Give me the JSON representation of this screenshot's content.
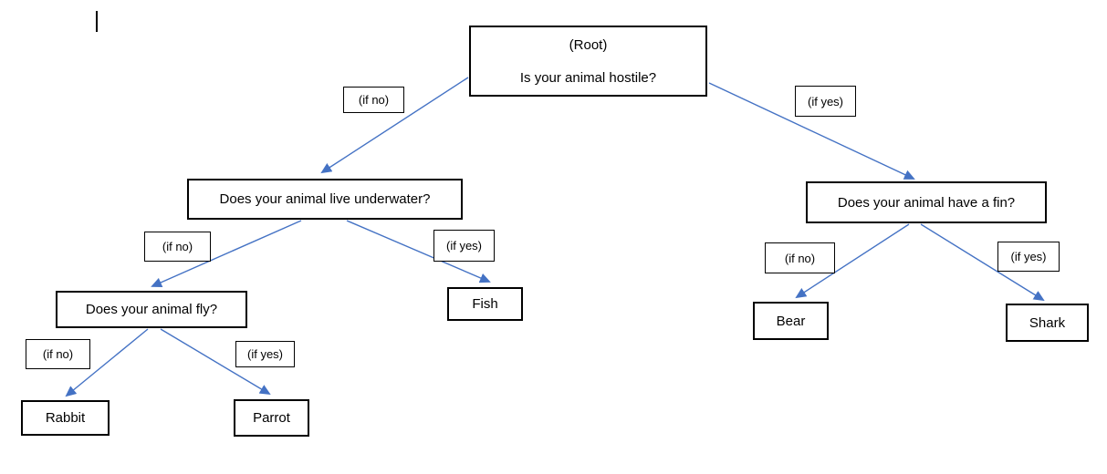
{
  "diagram": {
    "type": "decision-tree",
    "connector_color": "#4472C4",
    "box_border_color": "#000000",
    "background_color": "#ffffff",
    "nodes": {
      "root": {
        "title": "(Root)",
        "question": "Is your animal hostile?"
      },
      "underwater": {
        "label": "Does your animal live underwater?"
      },
      "fin": {
        "label": "Does your animal have a fin?"
      },
      "fly": {
        "label": "Does your animal fly?"
      },
      "fish": {
        "label": "Fish"
      },
      "rabbit": {
        "label": "Rabbit"
      },
      "parrot": {
        "label": "Parrot"
      },
      "bear": {
        "label": "Bear"
      },
      "shark": {
        "label": "Shark"
      }
    },
    "edges": [
      {
        "from": "root",
        "to": "underwater",
        "label": "(if no)"
      },
      {
        "from": "root",
        "to": "fin",
        "label": "(if yes)"
      },
      {
        "from": "underwater",
        "to": "fly",
        "label": "(if no)"
      },
      {
        "from": "underwater",
        "to": "fish",
        "label": "(if yes)"
      },
      {
        "from": "fly",
        "to": "rabbit",
        "label": "(if no)"
      },
      {
        "from": "fly",
        "to": "parrot",
        "label": "(if yes)"
      },
      {
        "from": "fin",
        "to": "bear",
        "label": "(if no)"
      },
      {
        "from": "fin",
        "to": "shark",
        "label": "(if yes)"
      }
    ]
  }
}
